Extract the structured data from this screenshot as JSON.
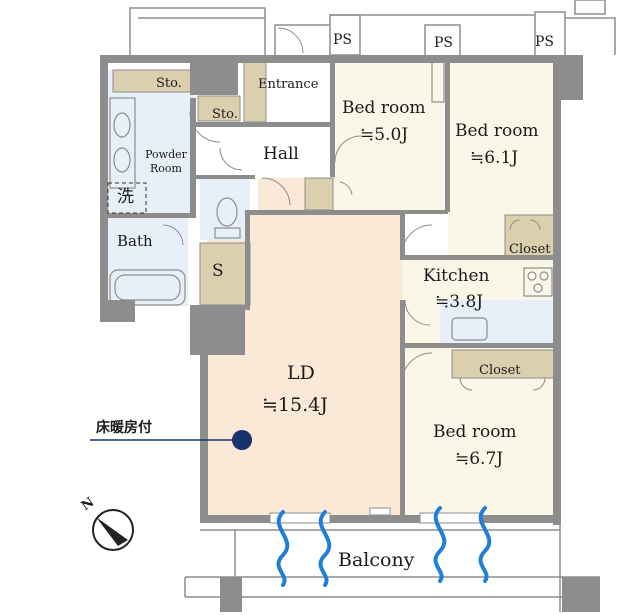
{
  "rooms": {
    "entrance": "Entrance",
    "sto_top": "Sto.",
    "sto_small": "Sto.",
    "powder_room": "Powder Room",
    "washer": "洗",
    "hall": "Hall",
    "bath": "Bath",
    "s_storage": "S",
    "bedroom1": {
      "label": "Bed room",
      "area": "≒5.0J"
    },
    "bedroom2": {
      "label": "Bed room",
      "area": "≒6.1J"
    },
    "bedroom3": {
      "label": "Bed room",
      "area": "≒6.7J"
    },
    "kitchen": {
      "label": "Kitchen",
      "area": "≒3.8J"
    },
    "ld": {
      "label": "LD",
      "area": "≒15.4J"
    },
    "closet1": "Closet",
    "closet2": "Closet",
    "balcony": "Balcony"
  },
  "ps_labels": [
    "PS",
    "PS",
    "PS"
  ],
  "floor_heating_note": "床暖房付",
  "compass": "N",
  "colors": {
    "wall": "#8d8d8d",
    "ld_floor": "#fbe9d7",
    "bedroom_floor": "#fbf7e8",
    "wet_floor": "#e7f0f9",
    "storage": "#dccfae",
    "note_marker": "#18326b"
  }
}
